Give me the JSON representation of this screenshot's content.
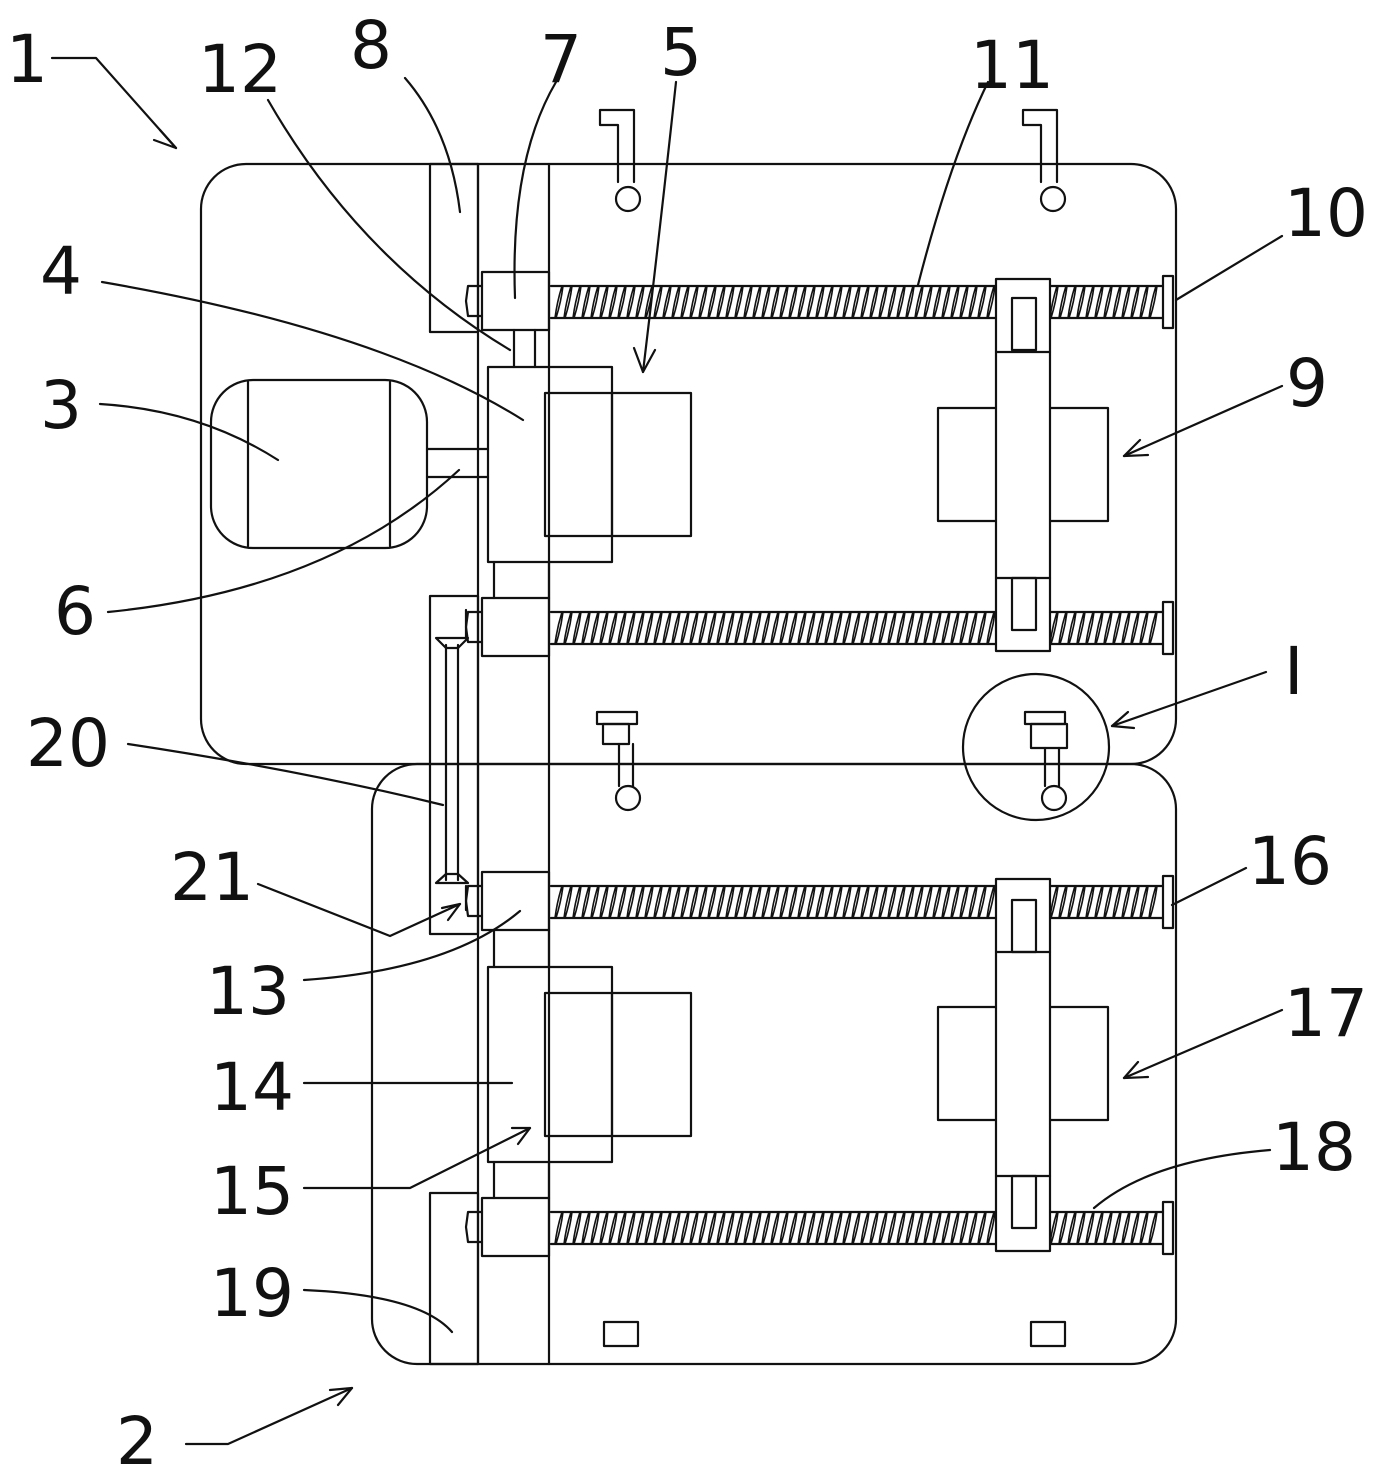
{
  "labels": {
    "l1": "1",
    "l2": "2",
    "l3": "3",
    "l4": "4",
    "l5": "5",
    "l6": "6",
    "l7": "7",
    "l8": "8",
    "l9": "9",
    "l10": "10",
    "l11": "11",
    "l12": "12",
    "l13": "13",
    "l14": "14",
    "l15": "15",
    "l16": "16",
    "l17": "17",
    "l18": "18",
    "l19": "19",
    "l20": "20",
    "l21": "21",
    "lI": "I"
  },
  "colors": {
    "line": "#111111",
    "background": "#ffffff"
  }
}
